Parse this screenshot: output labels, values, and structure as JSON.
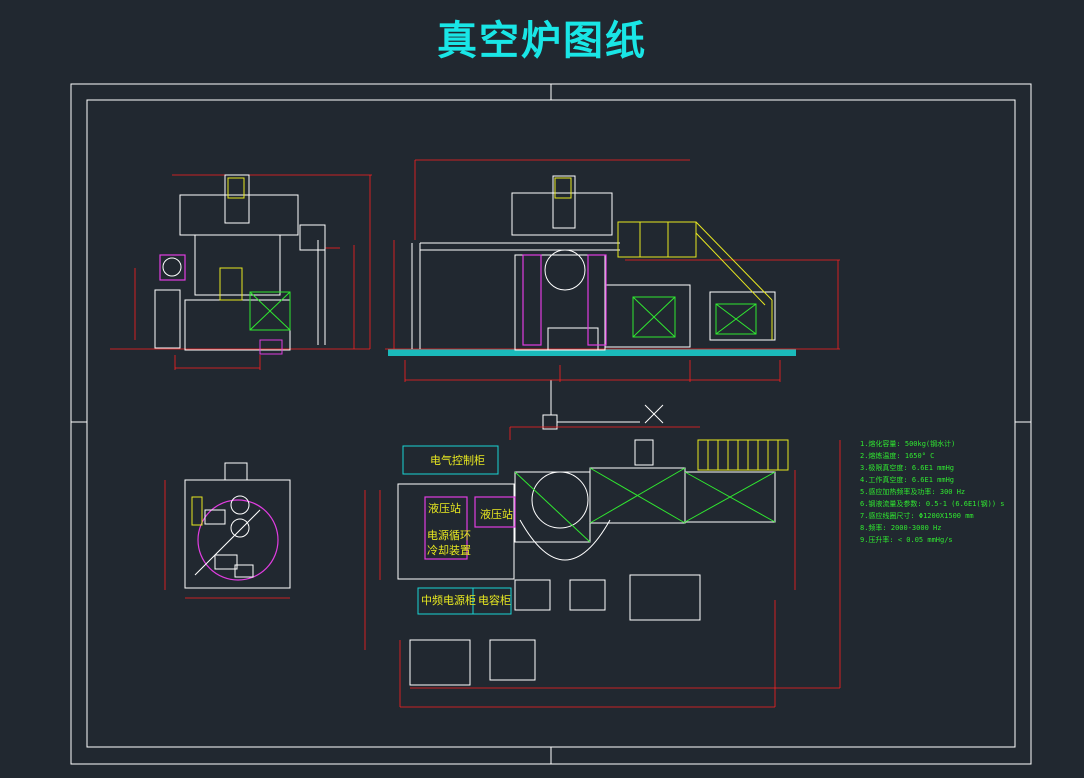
{
  "title": "真空炉图纸",
  "colors": {
    "background": "#212830",
    "title": "#19e6e6",
    "frame": "#ffffff",
    "dimension": "#ff2020",
    "outline": "#ffffff",
    "magenta": "#e03de0",
    "yellow": "#e8e820",
    "green": "#30e830",
    "cyan": "#19d4d4",
    "label_text": "#e8e820"
  },
  "plan_labels": {
    "electric_cabinet": "电气控制柜",
    "hydraulic_station_left": "液压站",
    "hydraulic_station_right": "液压站",
    "power_cooling": "电源循环",
    "cooling_device": "冷却装置",
    "mid_freq_power": "中频电源柜",
    "capacitor_cabinet": "电容柜"
  },
  "spec_notes": [
    "1.熔化容量:      500kg(钢水计)",
    "2.熔炼温度:      1650° C",
    "3.极限真空度:    6.6E1   mmHg",
    "4.工作真空度:    6.6E1   mmHg",
    "5.感应加热频率及功率:   300  Hz",
    "6.钢液流量及参数: 0.5-1  (6.6E1(钢)) s",
    "7.感应线圈尺寸:  Φ1200X1500  mm",
    "8.频率:          2000-3000   Hz",
    "9.压升率:        < 0.05   mmHg/s"
  ]
}
